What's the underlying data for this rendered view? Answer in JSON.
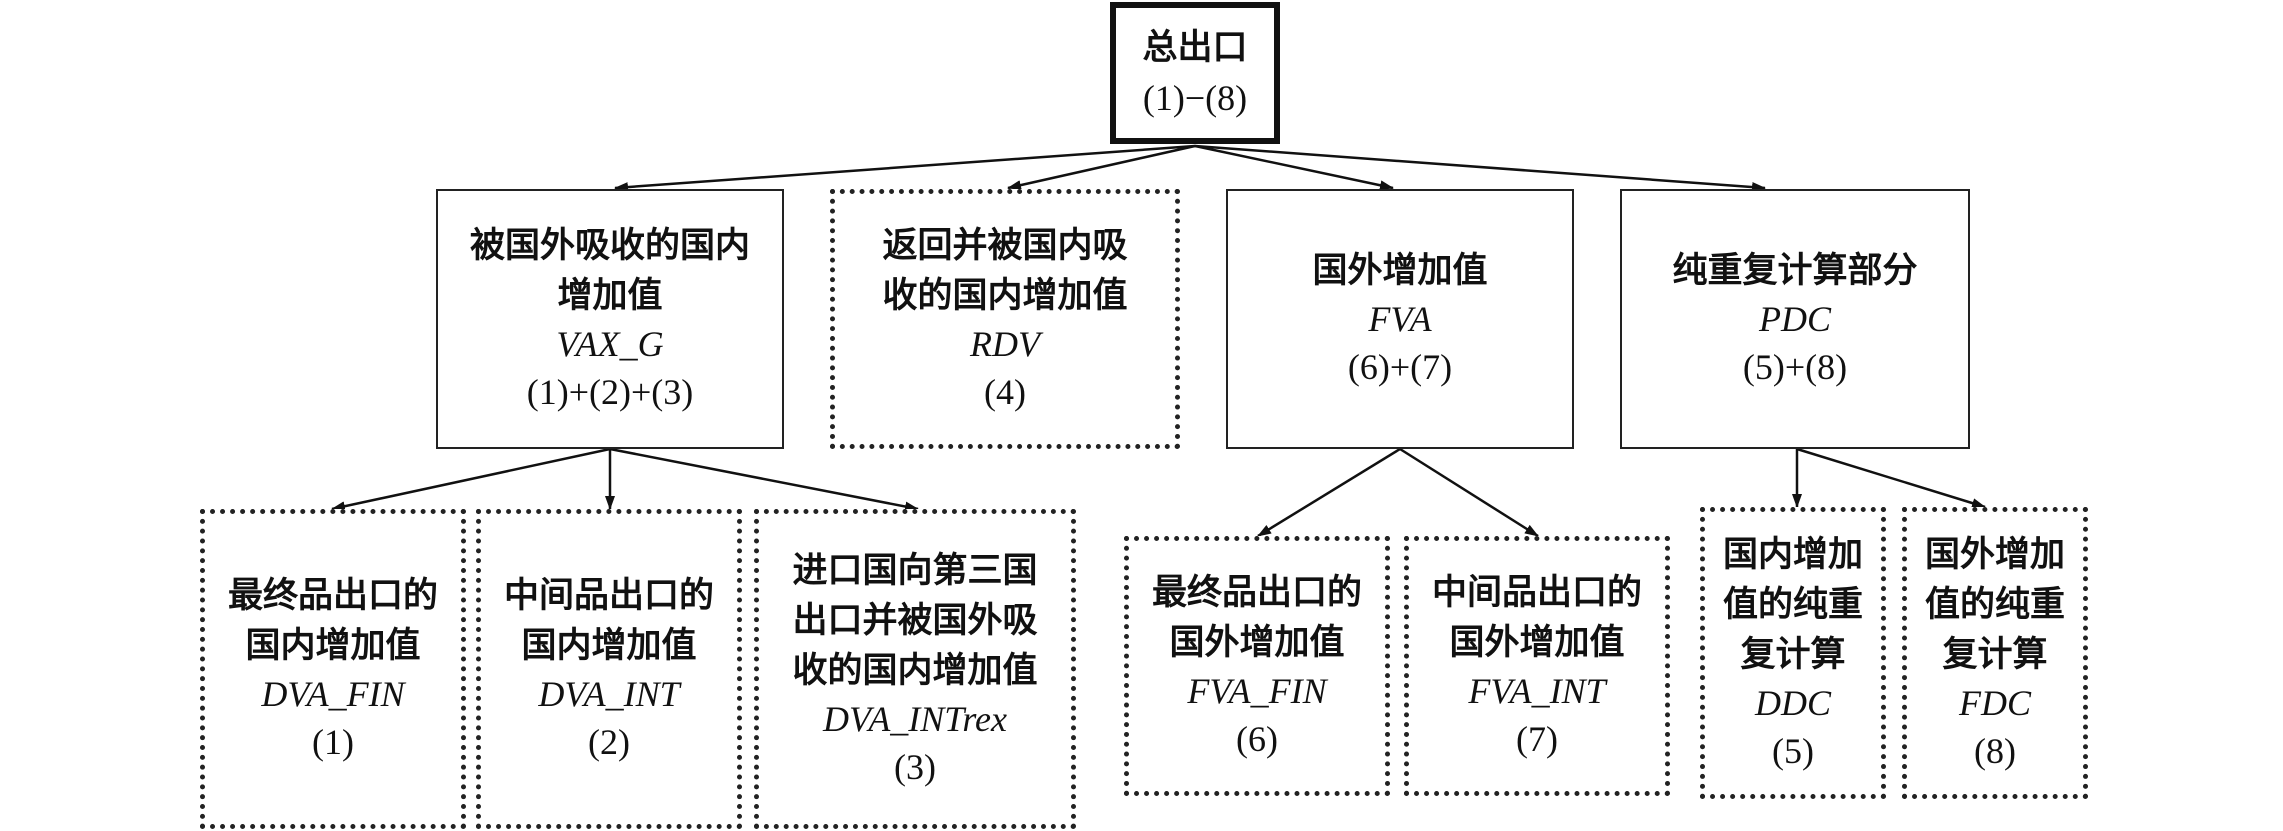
{
  "nodes": {
    "root": {
      "title": "总出口",
      "formula": "(1)−(8)"
    },
    "vax_g": {
      "title_l1": "被国外吸收的国内",
      "title_l2": "增加值",
      "abbr": "VAX_G",
      "formula": "(1)+(2)+(3)"
    },
    "rdv": {
      "title_l1": "返回并被国内吸",
      "title_l2": "收的国内增加值",
      "abbr": "RDV",
      "formula": "(4)"
    },
    "fva": {
      "title": "国外增加值",
      "abbr": "FVA",
      "formula": "(6)+(7)"
    },
    "pdc": {
      "title": "纯重复计算部分",
      "abbr": "PDC",
      "formula": "(5)+(8)"
    },
    "dva_fin": {
      "title_l1": "最终品出口的",
      "title_l2": "国内增加值",
      "abbr": "DVA_FIN",
      "formula": "(1)"
    },
    "dva_int": {
      "title_l1": "中间品出口的",
      "title_l2": "国内增加值",
      "abbr": "DVA_INT",
      "formula": "(2)"
    },
    "dva_intrex": {
      "title_l1": "进口国向第三国",
      "title_l2": "出口并被国外吸",
      "title_l3": "收的国内增加值",
      "abbr": "DVA_INTrex",
      "formula": "(3)"
    },
    "fva_fin": {
      "title_l1": "最终品出口的",
      "title_l2": "国外增加值",
      "abbr": "FVA_FIN",
      "formula": "(6)"
    },
    "fva_int": {
      "title_l1": "中间品出口的",
      "title_l2": "国外增加值",
      "abbr": "FVA_INT",
      "formula": "(7)"
    },
    "ddc": {
      "title_l1": "国内增加",
      "title_l2": "值的纯重",
      "title_l3": "复计算",
      "abbr": "DDC",
      "formula": "(5)"
    },
    "fdc": {
      "title_l1": "国外增加",
      "title_l2": "值的纯重",
      "title_l3": "复计算",
      "abbr": "FDC",
      "formula": "(8)"
    }
  }
}
